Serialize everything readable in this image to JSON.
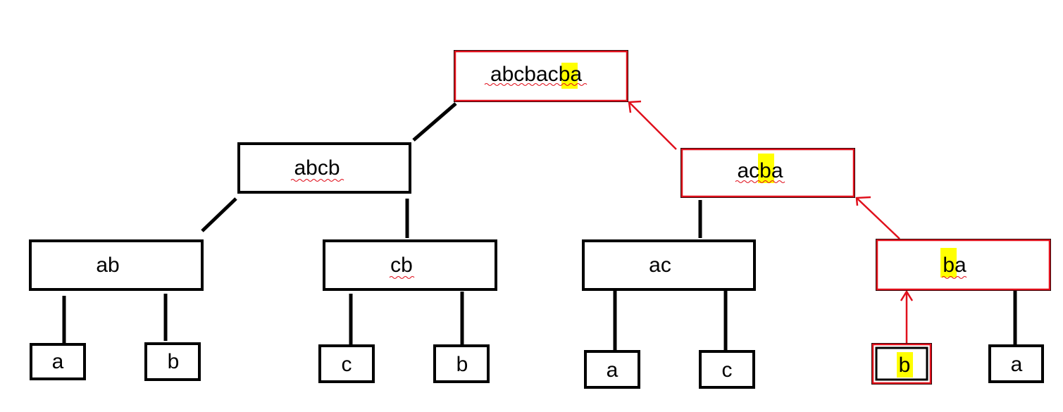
{
  "colors": {
    "highlight": "#ffff00",
    "path": "#e0101c",
    "node_border": "#000000"
  },
  "nodes": {
    "root": {
      "text_before": "abcbac",
      "highlight": "b",
      "text_after": "a"
    },
    "l1_left": {
      "text": "abcb"
    },
    "l1_right": {
      "text_before": "ac",
      "highlight": "b",
      "text_after": "a"
    },
    "l2_ab": {
      "text": "ab"
    },
    "l2_cb": {
      "text": "cb"
    },
    "l2_ac": {
      "text": "ac"
    },
    "l2_ba": {
      "highlight": "b",
      "text_after": "a"
    },
    "leaf_a1": {
      "text": "a"
    },
    "leaf_b1": {
      "text": "b"
    },
    "leaf_c1": {
      "text": "c"
    },
    "leaf_b2": {
      "text": "b"
    },
    "leaf_a2": {
      "text": "a"
    },
    "leaf_c2": {
      "text": "c"
    },
    "leaf_b3": {
      "highlight": "b"
    },
    "leaf_a3": {
      "text": "a"
    }
  }
}
